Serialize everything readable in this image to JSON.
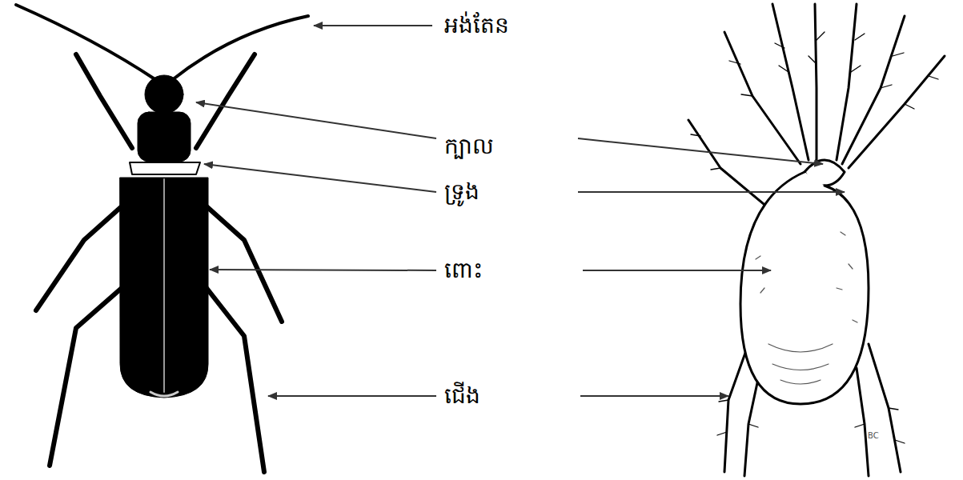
{
  "diagram": {
    "labels": [
      "អង់តែន",
      "ក្បាល",
      "ទ្រូង",
      "ពោះ",
      "ជើង",
      "BC"
    ]
  }
}
